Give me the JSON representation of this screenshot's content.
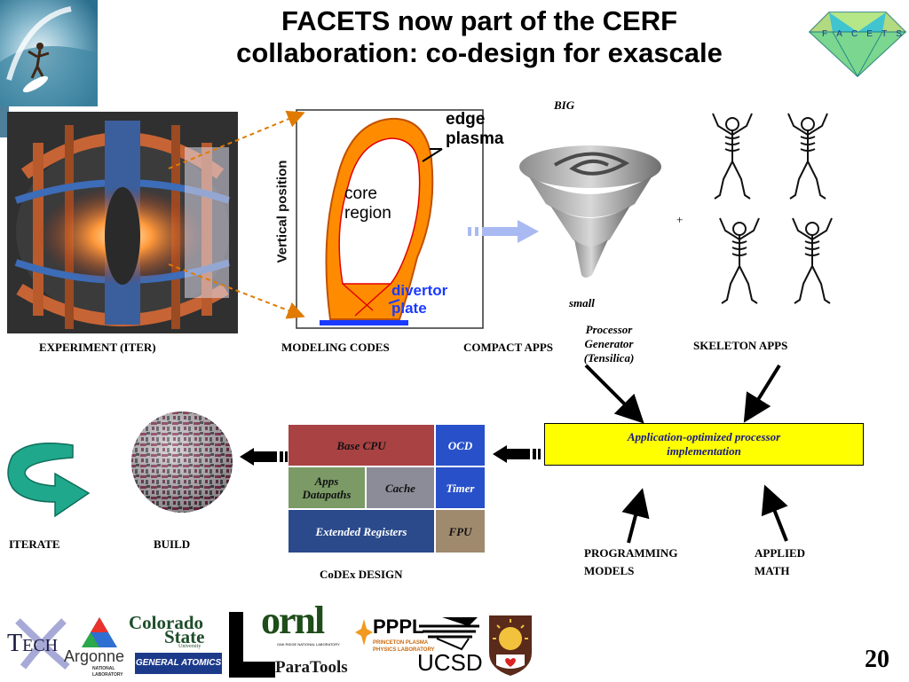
{
  "slide": {
    "title_line1": "FACETS now part of the CERF",
    "title_line2": "collaboration: co-design for exascale",
    "page_number": "20"
  },
  "facets_logo": {
    "letters": [
      "F",
      "A",
      "C",
      "E",
      "T",
      "S"
    ]
  },
  "top_row": {
    "experiment_caption": "EXPERIMENT (ITER)",
    "modeling_caption": "MODELING CODES",
    "compact_caption": "COMPACT APPS",
    "skeleton_caption": "SKELETON APPS",
    "big_label": "BIG",
    "small_label": "small",
    "plus_label": "+"
  },
  "plasma_figure": {
    "edge_label_1": "edge",
    "edge_label_2": "plasma",
    "core_label_1": "core",
    "core_label_2": "region",
    "divertor_label_1": "divertor",
    "divertor_label_2": "plate",
    "axis_label": "Vertical position"
  },
  "processor_generator": {
    "line1": "Processor",
    "line2": "Generator",
    "line3": "(Tensilica)"
  },
  "app_box": {
    "line1": "Application-optimized processor",
    "line2": "implementation"
  },
  "codex": {
    "base_cpu": "Base CPU",
    "ocd": "OCD",
    "apps_datapaths_1": "Apps",
    "apps_datapaths_2": "Datapaths",
    "cache": "Cache",
    "timer": "Timer",
    "extended_registers": "Extended Registers",
    "fpu": "FPU",
    "caption": "CoDEx DESIGN"
  },
  "bottom_row": {
    "iterate_caption": "ITERATE",
    "build_caption": "BUILD",
    "programming_models_1": "PROGRAMMING",
    "programming_models_2": "MODELS",
    "applied_math_1": "APPLIED",
    "applied_math_2": "MATH"
  },
  "logos": {
    "tech_t": "T",
    "tech_rest": "ECH",
    "argonne": "Argonne",
    "argonne_sub1": "NATIONAL",
    "argonne_sub2": "LABORATORY",
    "colorado_1": "Colorado",
    "colorado_2": "State",
    "colorado_3": "University",
    "general_atomics": "GENERAL ATOMICS",
    "ornl": "ornl",
    "ornl_sub": "OAK RIDGE NATIONAL LABORATORY",
    "pppl": "PPPL",
    "pppl_sub1": "PRINCETON PLASMA",
    "pppl_sub2": "PHYSICS LABORATORY",
    "ucsd": "UCSD",
    "paratools": "ParaTools"
  },
  "colors": {
    "base_cpu": "#a94243",
    "ocd": "#2851c9",
    "apps_datapaths": "#7b9a66",
    "cache": "#8c8c99",
    "timer": "#2851c9",
    "extended_registers": "#2b4a8c",
    "fpu": "#a08a6e",
    "app_box": "#ffff00",
    "iterate_arrow": "#1fa88c",
    "plasma_orange": "#ff8c00",
    "facets_gem": "#3fc4d0"
  }
}
